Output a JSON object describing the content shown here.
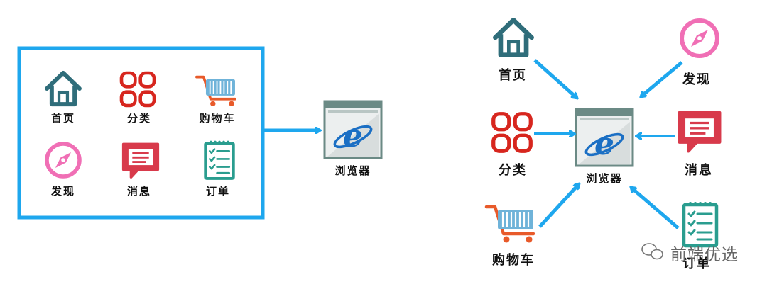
{
  "colors": {
    "arrow": "#1EA7EE",
    "frame": "#1EA7EE",
    "home": "#2F6D7A",
    "category": "#D7261E",
    "cart": "#E85A2A",
    "cart_basket": "#6FB3D9",
    "discover": "#F06FB5",
    "message": "#D83A4B",
    "order": "#2A9D8F",
    "browser_frame": "#6B8A85",
    "ie_blue": "#1B6FC4"
  },
  "left_panel": {
    "items": [
      {
        "id": "home",
        "label": "首页",
        "icon": "house-icon"
      },
      {
        "id": "category",
        "label": "分类",
        "icon": "grid-icon"
      },
      {
        "id": "cart",
        "label": "购物车",
        "icon": "shopping-cart-icon"
      },
      {
        "id": "discover",
        "label": "发现",
        "icon": "compass-icon"
      },
      {
        "id": "message",
        "label": "消息",
        "icon": "chat-bubble-icon"
      },
      {
        "id": "order",
        "label": "订单",
        "icon": "checklist-icon"
      }
    ]
  },
  "browser": {
    "label": "浏览器",
    "icon": "internet-explorer-icon"
  },
  "right_panel": {
    "items": [
      {
        "id": "home",
        "label": "首页"
      },
      {
        "id": "discover",
        "label": "发现"
      },
      {
        "id": "category",
        "label": "分类"
      },
      {
        "id": "message",
        "label": "消息"
      },
      {
        "id": "cart",
        "label": "购物车"
      },
      {
        "id": "order",
        "label": "订单"
      }
    ]
  },
  "watermark": {
    "text": "前端优选",
    "icon": "wechat-icon"
  }
}
